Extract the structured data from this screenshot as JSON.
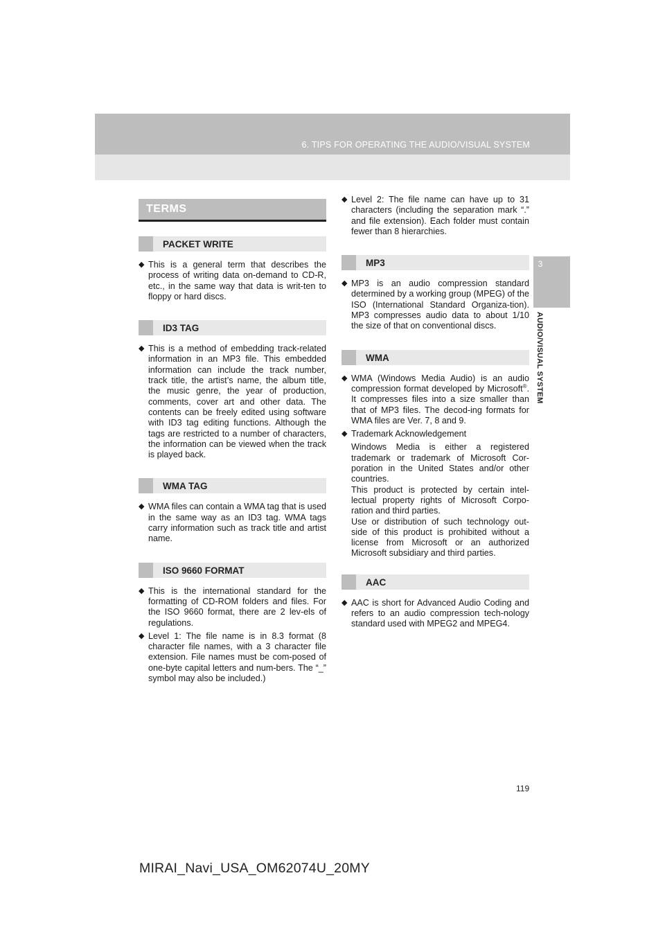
{
  "header": {
    "title": "6. TIPS FOR OPERATING THE AUDIO/VISUAL SYSTEM"
  },
  "side_tab": {
    "number": "3",
    "label": "AUDIO/VISUAL SYSTEM"
  },
  "left": {
    "terms_title": "TERMS",
    "packet_write": {
      "title": "PACKET WRITE",
      "b1": "This is a general term that describes the process of writing data on-demand to CD-R, etc., in the same way that data is writ-ten to floppy or hard discs."
    },
    "id3_tag": {
      "title": "ID3 TAG",
      "b1": "This is a method of embedding track-related information in an MP3 file. This embedded information can include the track number, track title, the artist’s name, the album title, the music genre, the year of production, comments, cover art and other data. The contents can be freely edited using software with ID3 tag editing functions. Although the tags are restricted to a number of characters, the information can be viewed when the track is played back."
    },
    "wma_tag": {
      "title": "WMA TAG",
      "b1": "WMA files can contain a WMA tag that is used in the same way as an ID3 tag. WMA tags carry information such as track title and artist name."
    },
    "iso9660": {
      "title": "ISO 9660 FORMAT",
      "b1": "This is the international standard for the formatting of CD-ROM folders and files. For the ISO 9660 format, there are 2 lev-els of regulations.",
      "b2": "Level 1: The file name is in 8.3 format (8 character file names, with a 3 character file extension. File names must be com-posed of one-byte capital letters and num-bers. The “_” symbol may also be included.)"
    }
  },
  "right": {
    "iso_b3": "Level 2: The file name can have up to 31 characters (including the separation mark “.” and file extension). Each folder must contain fewer than 8 hierarchies.",
    "mp3": {
      "title": "MP3",
      "b1": "MP3 is an audio compression standard determined by a working group (MPEG) of the ISO (International Standard Organiza-tion). MP3 compresses audio data to about 1/10 the size of that on conventional discs."
    },
    "wma": {
      "title": "WMA",
      "b1_pre": "WMA (Windows Media Audio) is an audio compression format developed by Microsoft",
      "b1_sup": "®",
      "b1_post": ". It compresses files into a size smaller than that of MP3 files. The decod-ing formats for WMA files are Ver. 7, 8 and 9.",
      "b2": "Trademark Acknowledgement",
      "p1": "Windows Media is either a registered trademark or trademark of Microsoft Cor-poration in the United States and/or other countries.",
      "p2": "This product is protected by certain intel-lectual property rights of Microsoft Corpo-ration and third parties.",
      "p3": "Use or distribution of such technology out-side of this product is prohibited without a license from Microsoft or an authorized Microsoft subsidiary and third parties."
    },
    "aac": {
      "title": "AAC",
      "b1": "AAC is short for Advanced Audio Coding and refers to an audio compression tech-nology standard used with MPEG2 and MPEG4."
    }
  },
  "page_number": "119",
  "footer": "MIRAI_Navi_USA_OM62074U_20MY"
}
